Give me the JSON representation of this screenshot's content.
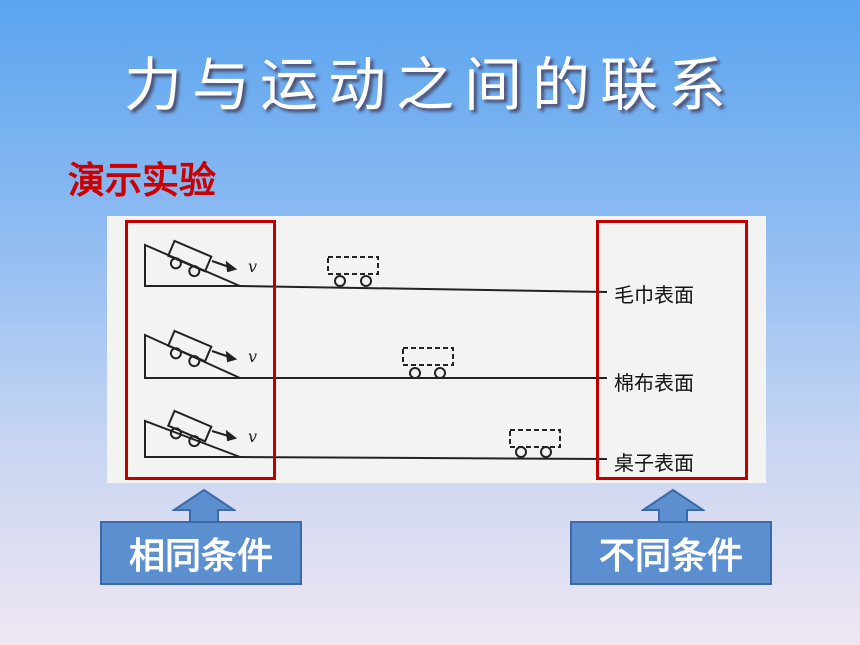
{
  "title": "力与运动之间的联系",
  "subtitle": "演示实验",
  "diagram": {
    "rows": [
      {
        "surface": "毛巾表面",
        "velocity_symbol": "v"
      },
      {
        "surface": "棉布表面",
        "velocity_symbol": "v"
      },
      {
        "surface": "桌子表面",
        "velocity_symbol": "v"
      }
    ]
  },
  "conditions": {
    "same": "相同条件",
    "different": "不同条件"
  },
  "colors": {
    "highlight_border": "#c00000",
    "subtitle": "#cc0000",
    "button_fill": "#5b8fcf"
  }
}
